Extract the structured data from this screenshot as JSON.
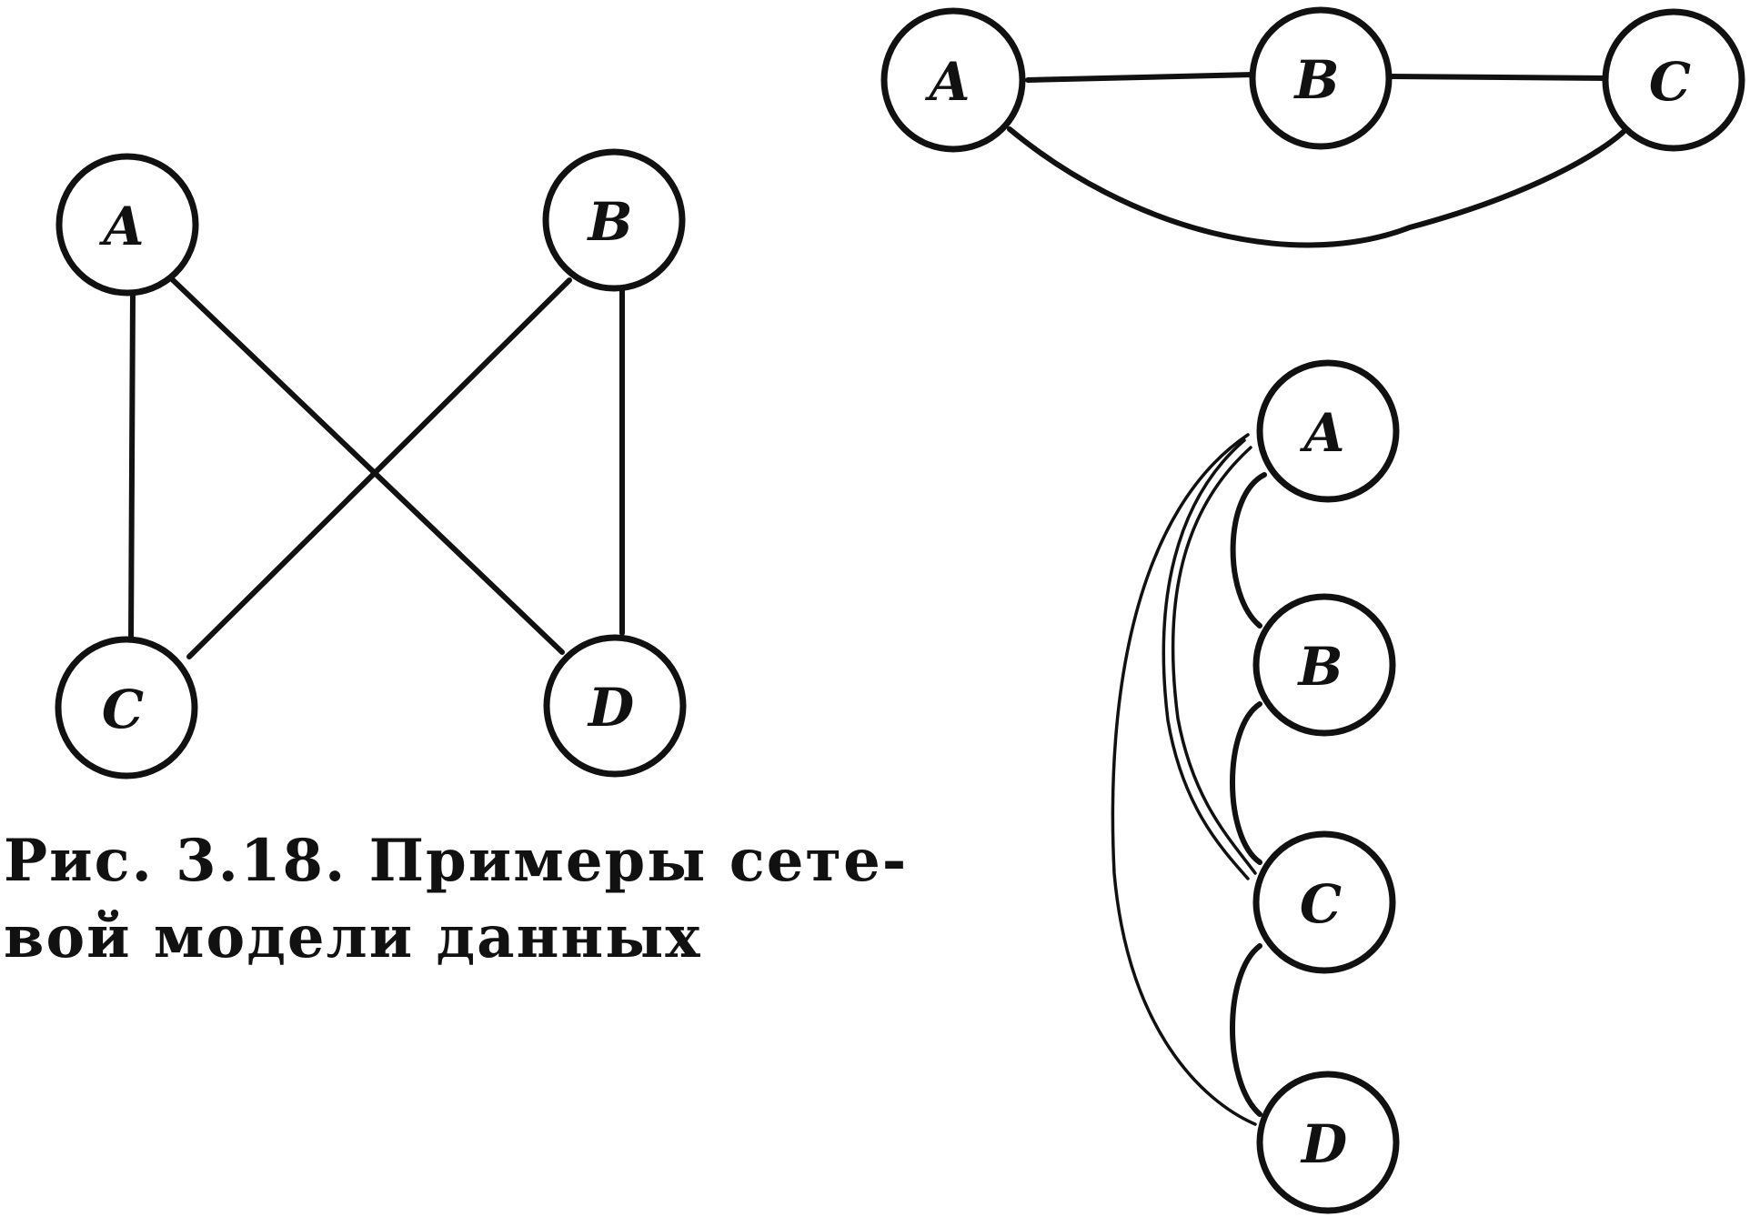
{
  "caption": {
    "line1": "Рис. 3.18. Примеры сете-",
    "line2": "вой модели данных"
  },
  "colors": {
    "ink": "#111111",
    "paper": "#ffffff"
  },
  "diagrams": [
    {
      "id": "network-1",
      "nodes": [
        "A",
        "B",
        "C",
        "D"
      ],
      "edges": [
        [
          "A",
          "C"
        ],
        [
          "A",
          "D"
        ],
        [
          "B",
          "C"
        ],
        [
          "B",
          "D"
        ]
      ]
    },
    {
      "id": "network-2",
      "nodes": [
        "A",
        "B",
        "C"
      ],
      "edges": [
        [
          "A",
          "B"
        ],
        [
          "B",
          "C"
        ],
        [
          "A",
          "C"
        ]
      ]
    },
    {
      "id": "network-3",
      "nodes": [
        "A",
        "B",
        "C",
        "D"
      ],
      "edges": [
        [
          "A",
          "B"
        ],
        [
          "B",
          "C"
        ],
        [
          "C",
          "D"
        ],
        [
          "A",
          "C"
        ],
        [
          "A",
          "C"
        ],
        [
          "A",
          "D"
        ]
      ]
    }
  ]
}
